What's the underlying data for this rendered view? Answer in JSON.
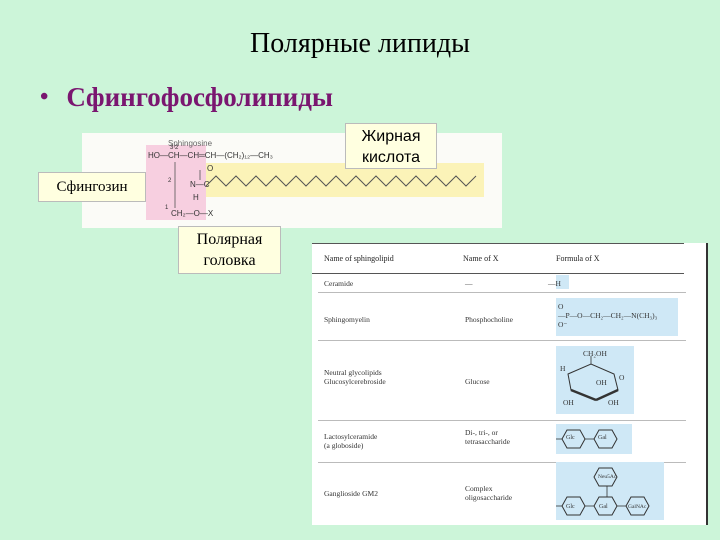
{
  "slide": {
    "title": "Полярные липиды",
    "bullet": "Сфингофосфолипиды"
  },
  "structure": {
    "label_top": "Sphingosine",
    "row1": "HO—CH—CH═CH—(CH₂)₁₂—CH₃",
    "row1_nums": "3      2",
    "row2_left": "N—C",
    "row2_h": "H",
    "row2_o": "O",
    "row2_num": "2",
    "row3": "CH₂—O—X",
    "row3_num": "1"
  },
  "callouts": {
    "fatty_acid": "Жирная\nкислота",
    "sphingosine": "Сфингозин",
    "polar_head": "Полярная\nголовка"
  },
  "table": {
    "headers": [
      "Name of sphingolipid",
      "Name of X",
      "Formula of X"
    ],
    "rows": [
      {
        "name": "Ceramide",
        "x": "—",
        "formula": "—H"
      },
      {
        "name": "Sphingomyelin",
        "x": "Phosphocholine",
        "formula": "O\n—P—O—CH₂—CH₂—N(CH₃)₃\nO⁻"
      },
      {
        "name": "Neutral glycolipids\n  Glucosylcerebroside",
        "x": "Glucose",
        "formula": ""
      },
      {
        "name": "Lactosylceramide\n(a globoside)",
        "x": "Di-, tri-, or\ntetrasaccharide",
        "formula": ""
      },
      {
        "name": "Ganglioside GM2",
        "x": "Complex\noligosaccharide",
        "formula": ""
      }
    ],
    "glucose_labels": {
      "ch2oh": "CH₂OH",
      "h": "H",
      "oh": "OH",
      "o": "O"
    },
    "lactose_labels": [
      "Glc",
      "Gal"
    ],
    "gm2_labels": [
      "Neu5Ac",
      "Glc",
      "Gal",
      "GalNAc"
    ]
  }
}
